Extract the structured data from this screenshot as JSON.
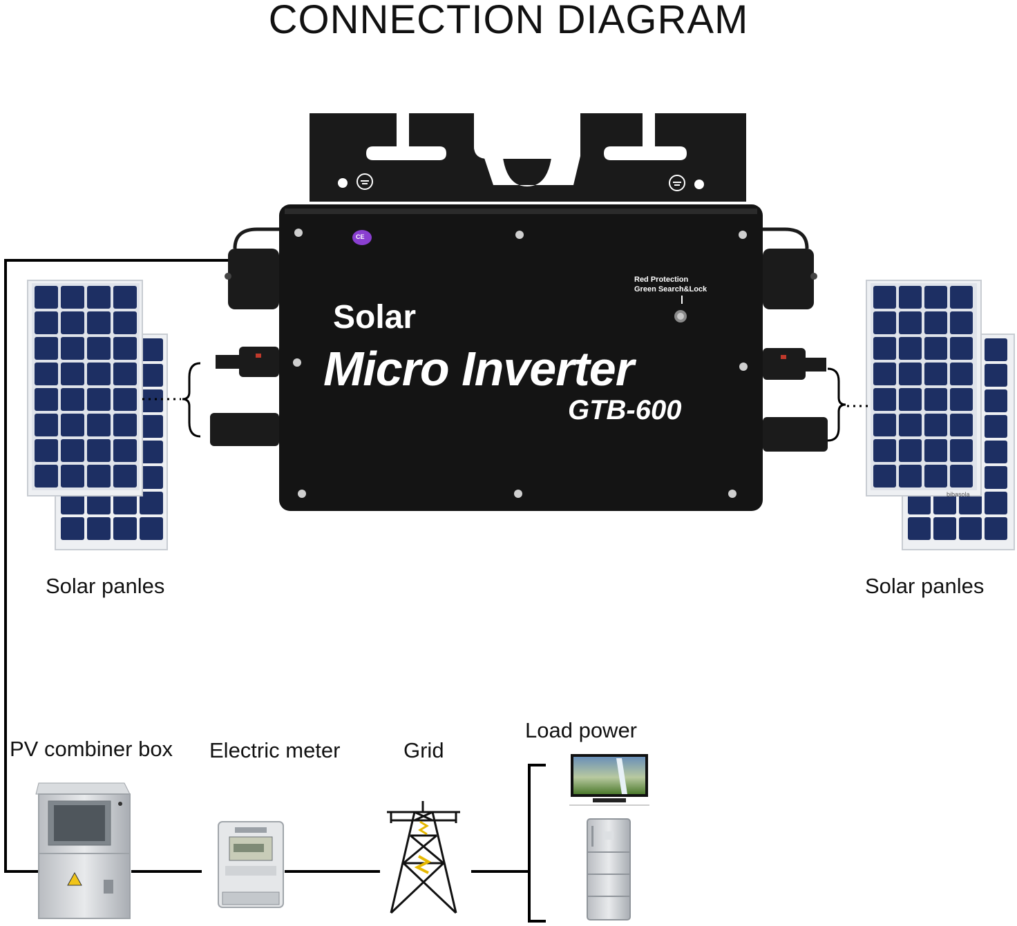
{
  "title": "CONNECTION DIAGRAM",
  "inverter": {
    "line1": "Solar",
    "line2": "Micro Inverter",
    "model": "GTB-600",
    "led_label_1": "Red Protection",
    "led_label_2": "Green Search&Lock",
    "cert_mark": "CE"
  },
  "labels": {
    "solar_left": "Solar panles",
    "solar_right": "Solar panles",
    "combiner": "PV combiner box",
    "meter": "Electric meter",
    "grid": "Grid",
    "load": "Load power"
  },
  "watermark": "bibasola",
  "colors": {
    "inverter_body": "#141414",
    "panel_cell": "#1d2f63",
    "panel_frame": "#e6e8ec",
    "wire": "#000000",
    "cabinet": "#cfd2d6"
  }
}
